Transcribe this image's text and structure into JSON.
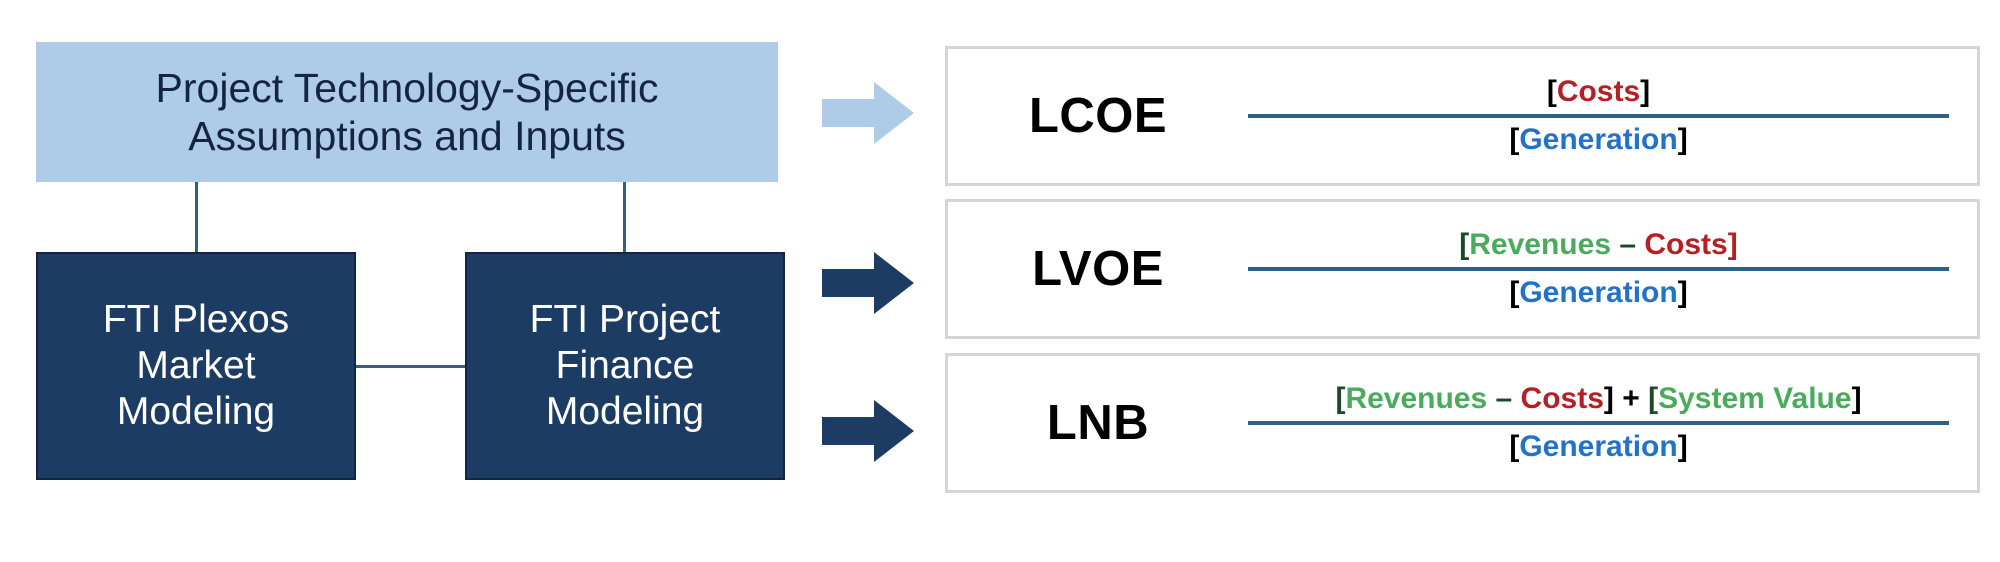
{
  "diagram": {
    "title_box": {
      "lines": [
        "Project Technology-Specific",
        "Assumptions and Inputs"
      ],
      "bg_color": "#aecbe8",
      "text_color": "#15253f"
    },
    "model_boxes": [
      {
        "name": "plexos",
        "lines": [
          "FTI Plexos",
          "Market",
          "Modeling"
        ],
        "bg_color": "#1c3c63",
        "text_color": "#ffffff"
      },
      {
        "name": "finance",
        "lines": [
          "FTI Project",
          "Finance",
          "Modeling"
        ],
        "bg_color": "#1c3c63",
        "text_color": "#ffffff"
      }
    ],
    "arrows": [
      {
        "name": "arrow-to-lcoe",
        "color": "#aecbe8"
      },
      {
        "name": "arrow-to-lvoe",
        "color": "#1c3c63"
      },
      {
        "name": "arrow-to-lnb",
        "color": "#1c3c63"
      }
    ],
    "connector_color": "#2f6184"
  },
  "metrics": [
    {
      "label": "LCOE",
      "numerator": [
        {
          "text": "[",
          "color": "#000000"
        },
        {
          "text": "Costs",
          "color": "#b52025"
        },
        {
          "text": "]",
          "color": "#000000"
        }
      ],
      "denominator": [
        {
          "text": "[",
          "color": "#000000"
        },
        {
          "text": "Generation",
          "color": "#2472c8"
        },
        {
          "text": "]",
          "color": "#000000"
        }
      ],
      "bar_color": "#2f6184"
    },
    {
      "label": "LVOE",
      "numerator": [
        {
          "text": "[",
          "color": "#1d4a26"
        },
        {
          "text": "Revenues",
          "color": "#4aab5c"
        },
        {
          "text": " – ",
          "color": "#1d4a26"
        },
        {
          "text": "Costs",
          "color": "#b52025"
        },
        {
          "text": "]",
          "color": "#b52025"
        }
      ],
      "denominator": [
        {
          "text": "[",
          "color": "#000000"
        },
        {
          "text": "Generation",
          "color": "#2472c8"
        },
        {
          "text": "]",
          "color": "#000000"
        }
      ],
      "bar_color": "#2f6184"
    },
    {
      "label": "LNB",
      "numerator": [
        {
          "text": "[",
          "color": "#1d4a26"
        },
        {
          "text": "Revenues",
          "color": "#4aab5c"
        },
        {
          "text": " – ",
          "color": "#1d4a26"
        },
        {
          "text": "Costs",
          "color": "#b52025"
        },
        {
          "text": "]",
          "color": "#000000"
        },
        {
          "text": " + ",
          "color": "#000000"
        },
        {
          "text": "[",
          "color": "#1d4a26"
        },
        {
          "text": "System Value",
          "color": "#4aab5c"
        },
        {
          "text": "]",
          "color": "#000000"
        }
      ],
      "denominator": [
        {
          "text": "[",
          "color": "#000000"
        },
        {
          "text": "Generation",
          "color": "#2472c8"
        },
        {
          "text": "]",
          "color": "#000000"
        }
      ],
      "bar_color": "#2f6184"
    }
  ]
}
